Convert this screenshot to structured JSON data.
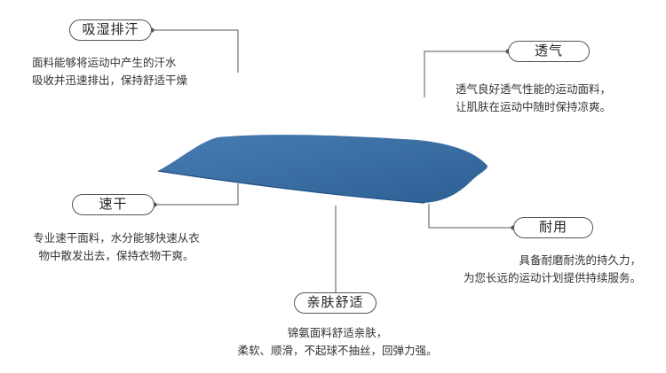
{
  "colors": {
    "fabric": "#2f6aa6",
    "fabric_dark": "#1f4f82",
    "line": "#555555"
  },
  "features": {
    "absorb": {
      "label": "吸湿排汗",
      "desc": [
        "面料能够将运动中产生的汗水",
        "吸收并迅速排出，保持舒适干燥"
      ]
    },
    "breathable": {
      "label": "透气",
      "desc": [
        "透气良好透气性能的运动面料，",
        "让肌肤在运动中随时保持凉爽。"
      ]
    },
    "quickdry": {
      "label": "速干",
      "desc": [
        "专业速干面料，水分能够快速从衣",
        "物中散发出去，保持衣物干爽。"
      ]
    },
    "durable": {
      "label": "耐用",
      "desc": [
        "具备耐磨耐洗的持久力，",
        "为您长远的运动计划提供持续服务。"
      ]
    },
    "skin": {
      "label": "亲肤舒适",
      "desc": [
        "锦氨面料舒适亲肤，",
        "柔软、顺滑，不起球不抽丝，回弹力强。"
      ]
    }
  }
}
